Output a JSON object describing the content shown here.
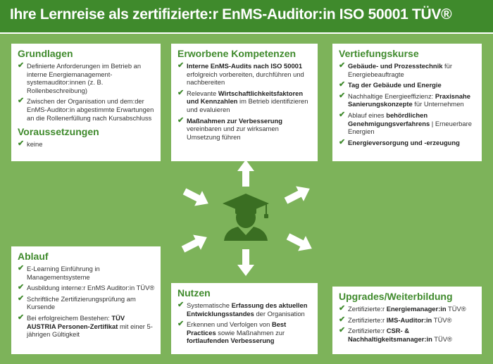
{
  "header": {
    "title": "Ihre Lernreise als zertifizierte:r EnMS-Auditor:in ISO 50001 TÜV®"
  },
  "colors": {
    "background": "#7db35a",
    "header": "#3f8a2c",
    "accent": "#3f8a2c",
    "icon": "#3a6e22"
  },
  "icons": {
    "center": "graduate-avatar-icon",
    "check": "checkmark-icon",
    "arrow": "arrow-icon"
  },
  "grundlagen": {
    "title": "Grundlagen",
    "items": [
      [
        "Definierte Anforderungen im Betrieb an interne Energiemanagement-systemauditor:innen (z. B. Rollenbeschreibung)"
      ],
      [
        "Zwischen der Organisation und dem:der EnMS-Auditor:in abgestimmte Erwartungen an die Rollenerfüllung nach Kursabschluss"
      ]
    ],
    "sub_title": "Voraussetzungen",
    "sub_items": [
      [
        "keine"
      ]
    ]
  },
  "kompetenzen": {
    "title": "Erworbene Kompetenzen",
    "items": [
      [
        "",
        "Interne EnMS-Audits nach ISO 50001",
        " erfolgreich vorbereiten, durchführen und nachbereiten"
      ],
      [
        "Relevante ",
        "Wirtschaftlichkeitsfaktoren und Kennzahlen",
        " im Betrieb identifizieren und evaluieren"
      ],
      [
        "",
        "Maßnahmen zur Verbesserung",
        " vereinbaren und zur wirksamen Umsetzung führen"
      ]
    ]
  },
  "vertiefung": {
    "title": "Vertiefungskurse",
    "items": [
      [
        "",
        "Gebäude- und Prozesstechnik",
        " für Energiebeauftragte"
      ],
      [
        "",
        "Tag der Gebäude und Energie",
        ""
      ],
      [
        "Nachhaltige Energieeffizienz: ",
        "Praxisnahe Sanierungskonzepte",
        " für Unternehmen"
      ],
      [
        "Ablauf eines ",
        "behördlichen Genehmigungsverfahrens",
        " | Erneuerbare Energien"
      ],
      [
        "",
        "Energieversorgung und -erzeugung",
        ""
      ]
    ]
  },
  "ablauf": {
    "title": "Ablauf",
    "items": [
      [
        "E-Learning Einführung in Managementsysteme"
      ],
      [
        "Ausbildung interne:r EnMS Auditor:in TÜV®"
      ],
      [
        "Schriftliche Zertifizierungsprüfung am Kursende"
      ],
      [
        "Bei erfolgreichem Bestehen: ",
        "TÜV AUSTRIA Personen-Zertifikat",
        " mit einer 5-jährigen Gültigkeit"
      ]
    ]
  },
  "nutzen": {
    "title": "Nutzen",
    "items": [
      [
        "Systematische ",
        "Erfassung des aktuellen Entwicklungsstandes",
        " der Organisation"
      ],
      [
        "Erkennen und Verfolgen von ",
        "Best Practices",
        " sowie Maßnahmen zur ",
        "fortlaufenden Verbesserung"
      ]
    ]
  },
  "upgrades": {
    "title": "Upgrades/Weiterbildung",
    "items": [
      [
        "Zertifizierte:r ",
        "Energiemanager:in",
        " TÜV®"
      ],
      [
        "Zertifizierte:r ",
        "IMS-Auditor:in",
        " TÜV®"
      ],
      [
        "Zertifizierte:r ",
        "CSR- & Nachhaltigkeitsmanager:in",
        " TÜV®"
      ]
    ]
  }
}
